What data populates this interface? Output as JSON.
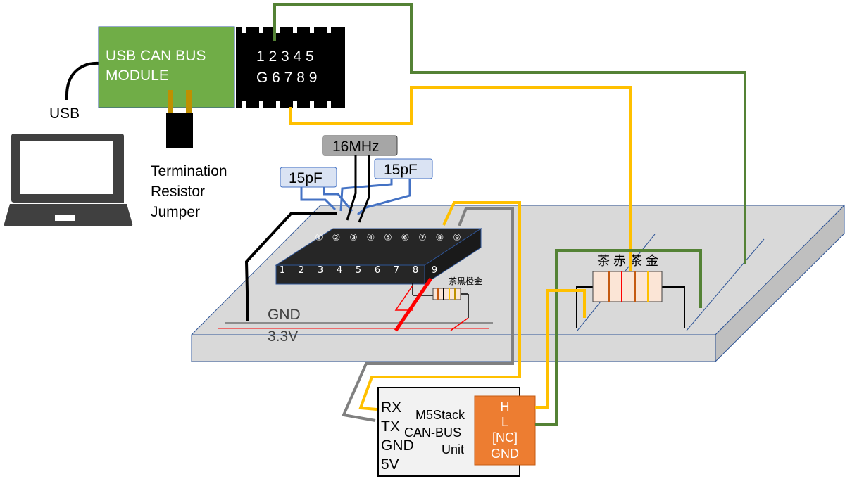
{
  "usb_module": {
    "title_line1": "USB CAN BUS",
    "title_line2": "MODULE",
    "pins_row1": "1 2 3 4 5",
    "pins_row2": "G 6 7 8 9"
  },
  "laptop": {
    "cable_label": "USB"
  },
  "jumper": {
    "label_line1": "Termination",
    "label_line2": "Resistor",
    "label_line3": "Jumper"
  },
  "crystal": {
    "label": "16MHz"
  },
  "capacitors": {
    "left_label": "15pF",
    "right_label": "15pF"
  },
  "chip": {
    "top_pins": [
      "①",
      "②",
      "③",
      "④",
      "⑤",
      "⑥",
      "⑦",
      "⑧",
      "⑨"
    ],
    "bottom_pins": [
      "1",
      "2",
      "3",
      "4",
      "5",
      "6",
      "7",
      "8",
      "9"
    ]
  },
  "small_resistor": {
    "color_code": "茶黒橙金"
  },
  "rails": {
    "gnd_label": "GND",
    "v33_label": "3.3V"
  },
  "big_resistor": {
    "color_code": "茶 赤 茶 金"
  },
  "m5stack": {
    "pins_left": [
      "RX",
      "TX",
      "GND",
      "5V"
    ],
    "name_line1": "M5Stack",
    "name_line2": "CAN-BUS",
    "name_line3": "Unit",
    "can_pins": [
      "H",
      "L",
      "[NC]",
      "GND"
    ]
  },
  "colors": {
    "module_green": "#70ad47",
    "wire_green": "#548235",
    "wire_yellow": "#ffc000",
    "wire_gray": "#808080",
    "connector_black": "#000000",
    "m5_orange": "#ed7d31",
    "cap_blue": "#4472c4",
    "cap_fill": "#dae3f3",
    "board_fill": "#d9d9d9",
    "board_edge": "#2f5597"
  }
}
